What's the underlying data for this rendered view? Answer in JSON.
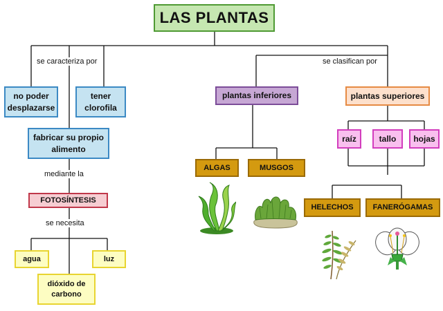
{
  "title": "LAS PLANTAS",
  "connectors": {
    "characterized": "se caracteriza por",
    "classified": "se clasifican por",
    "through": "mediante la",
    "needs": "se necesita"
  },
  "left": {
    "no_move": "no poder desplazarse",
    "chlorophyll": "tener clorofila",
    "own_food": "fabricar su propio alimento",
    "photosynthesis": "FOTOSÍNTESIS",
    "water": "agua",
    "co2": "dióxido de carbono",
    "light": "luz"
  },
  "right": {
    "inferior": "plantas inferiores",
    "superior": "plantas superiores",
    "algae": "ALGAS",
    "mosses": "MUSGOS",
    "root": "raíz",
    "stem": "tallo",
    "leaves": "hojas",
    "ferns": "HELECHOS",
    "phanerogams": "FANERÓGAMAS"
  },
  "colors": {
    "title_bg": "#c6e7b1",
    "blue_bg": "#c5e3f1",
    "red_bg": "#f6cdd2",
    "yellow_bg": "#fdfdc2",
    "purple_bg": "#c6a7d4",
    "orange_bg": "#fde0cc",
    "pink_bg": "#f9bfee",
    "gold_bg": "#d49a10"
  },
  "illustrations": [
    "algae-plant",
    "moss-clump",
    "fern-fronds",
    "flower-cross-section"
  ]
}
